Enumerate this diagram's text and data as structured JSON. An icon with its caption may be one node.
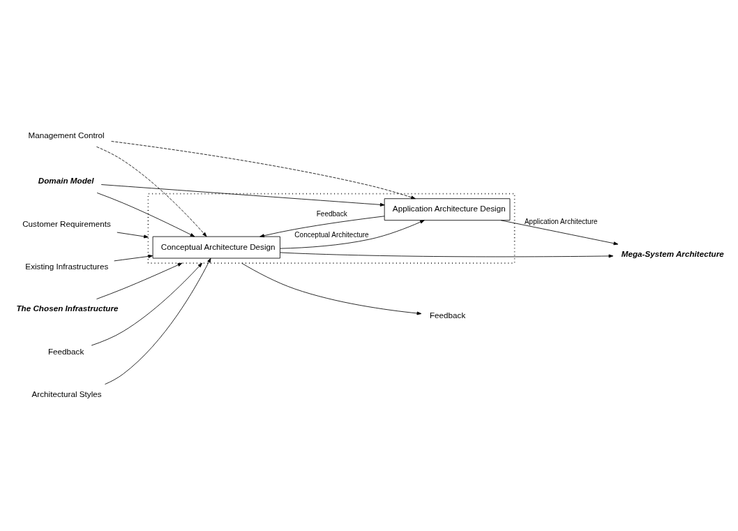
{
  "diagram": {
    "nodes": [
      {
        "text": [
          "Management Control"
        ]
      },
      {
        "text": [
          "Customer Requirements"
        ]
      },
      {
        "text": [],
        "shape": "box"
      },
      {
        "text": [
          "Existing Infrastructures"
        ]
      },
      {
        "text": [
          "Conceptual Architecture Design"
        ],
        "in": 2
      },
      {
        "text": [
          "Mega-System Architecture"
        ]
      },
      {
        "text": [
          "Domain Model"
        ]
      },
      {
        "text": [
          "Application Architecture Design"
        ],
        "in": 2
      },
      {
        "text": [
          "The Chosen Infrastructure"
        ]
      },
      {
        "text": [
          "Feedback"
        ]
      },
      {
        "text": [
          "Feedback"
        ]
      },
      {
        "text": [
          "Architectural Styles"
        ]
      }
    ],
    "edges": [
      {
        "from": 0,
        "to": 4,
        "arrow": "to",
        "style": "dashed"
      },
      {
        "from": 0,
        "to": 7,
        "arrow": "to",
        "style": "dashed"
      },
      {
        "from": 1,
        "to": 2,
        "arrow": "to"
      },
      {
        "from": 3,
        "to": 4,
        "arrow": "to"
      },
      {
        "from": 6,
        "to": 4,
        "arrow": "to"
      },
      {
        "from": 6,
        "to": 7,
        "arrow": "to"
      },
      {
        "from": 4,
        "to": 7,
        "arrow": "to",
        "label": "Conceptual Architecture"
      },
      {
        "from": 4,
        "to": 5,
        "arrow": "to"
      },
      {
        "from": 7,
        "to": 5,
        "arrow": "to",
        "label": "Application Architecture"
      },
      {
        "from": 7,
        "to": 4,
        "arrow": "to",
        "label": "Feedback"
      },
      {
        "from": 8,
        "to": 2,
        "arrow": "to"
      },
      {
        "from": 9,
        "to": 2,
        "arrow": "to"
      },
      {
        "from": 11,
        "to": 4,
        "arrow": "to"
      },
      {
        "from": 2,
        "to": 10,
        "arrow": "to"
      }
    ]
  }
}
